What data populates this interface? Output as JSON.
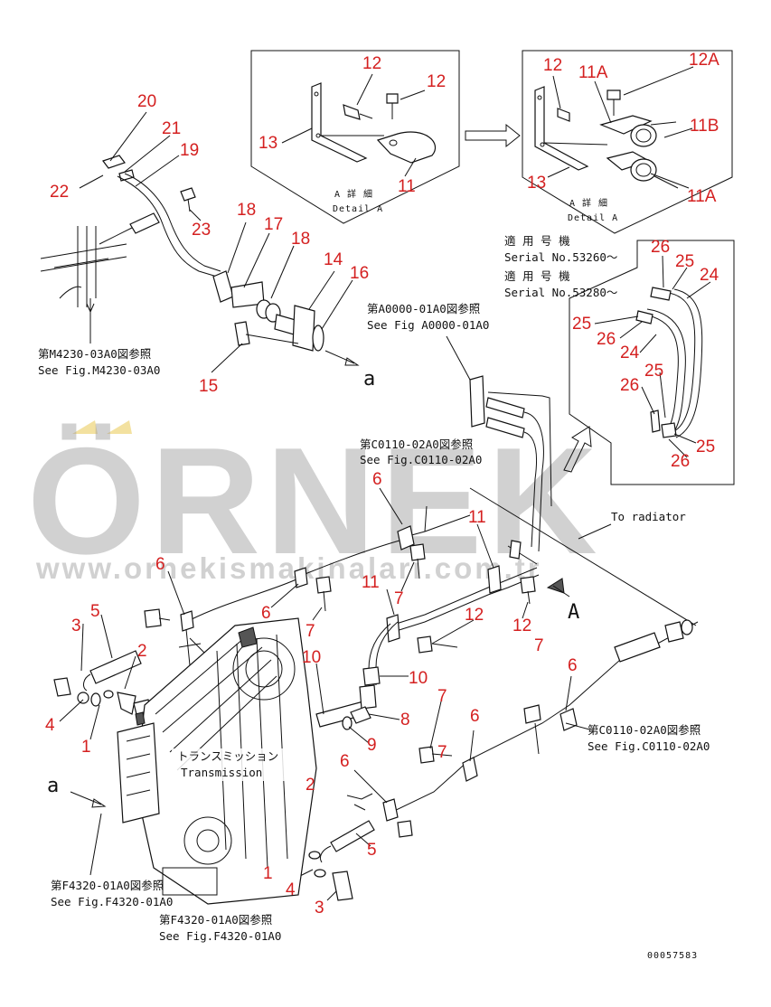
{
  "watermark": {
    "logo": "ÖRNEK",
    "url": "www.ornekismakinalari.com.tr",
    "accent": "#f3e1a0"
  },
  "detail_left": {
    "title_jp": "A 詳 細",
    "title_en": "Detail A"
  },
  "detail_right": {
    "title_jp": "A 詳 細",
    "title_en": "Detail A"
  },
  "serial_notes": [
    {
      "jp": "適 用 号 機",
      "en": "Serial No.53260～"
    },
    {
      "jp": "適 用 号 機",
      "en": "Serial No.53280～"
    }
  ],
  "references": {
    "m4230": {
      "jp": "第M4230-03A0図参照",
      "en": "See Fig.M4230-03A0"
    },
    "a0000": {
      "jp": "第A0000-01A0図参照",
      "en": "See Fig A0000-01A0"
    },
    "c0110_top": {
      "jp": "第C0110-02A0図参照",
      "en": "See Fig.C0110-02A0"
    },
    "c0110_right": {
      "jp": "第C0110-02A0図参照",
      "en": "See Fig.C0110-02A0"
    },
    "f4320_left": {
      "jp": "第F4320-01A0図参照",
      "en": "See Fig.F4320-01A0"
    },
    "f4320_bottom": {
      "jp": "第F4320-01A0図参照",
      "en": "See Fig.F4320-01A0"
    }
  },
  "transmission": {
    "jp": "トランスミッション",
    "en": "Transmission"
  },
  "to_radiator": "To radiator",
  "view_arrow_label": "A",
  "connector_label": "a",
  "drawing_number": "00057583",
  "callouts": [
    "12",
    "12",
    "13",
    "11",
    "12",
    "11A",
    "12A",
    "11B",
    "13",
    "11A",
    "20",
    "21",
    "19",
    "22",
    "23",
    "18",
    "17",
    "18",
    "14",
    "16",
    "15",
    "26",
    "25",
    "24",
    "25",
    "26",
    "24",
    "25",
    "26",
    "25",
    "26",
    "6",
    "11",
    "11",
    "7",
    "6",
    "7",
    "12",
    "12",
    "7",
    "6",
    "5",
    "3",
    "2",
    "4",
    "1",
    "10",
    "10",
    "8",
    "9",
    "7",
    "6",
    "6",
    "2",
    "5",
    "1",
    "4",
    "3",
    "6"
  ]
}
